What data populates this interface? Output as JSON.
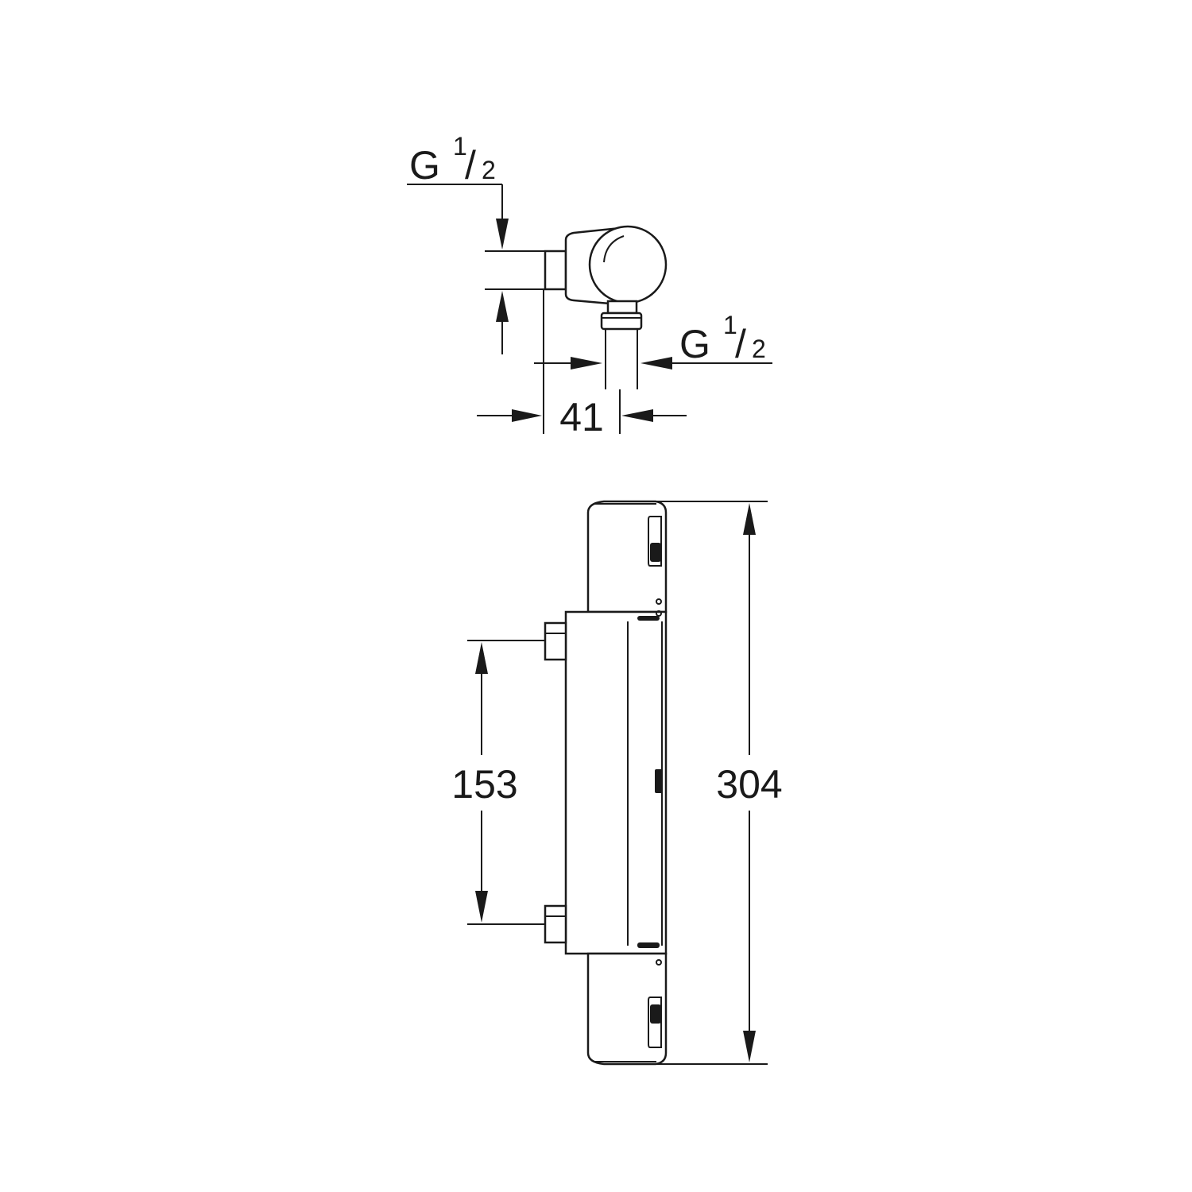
{
  "side_view": {
    "thread_top": {
      "letter": "G",
      "numerator": "1",
      "slash": "/",
      "denominator": "2"
    },
    "thread_right": {
      "letter": "G",
      "numerator": "1",
      "slash": "/",
      "denominator": "2"
    },
    "depth_dimension": "41"
  },
  "front_view": {
    "inlet_spacing_dimension": "153",
    "overall_height_dimension": "304"
  },
  "colors": {
    "line": "#1a1a1a",
    "background": "#ffffff"
  }
}
